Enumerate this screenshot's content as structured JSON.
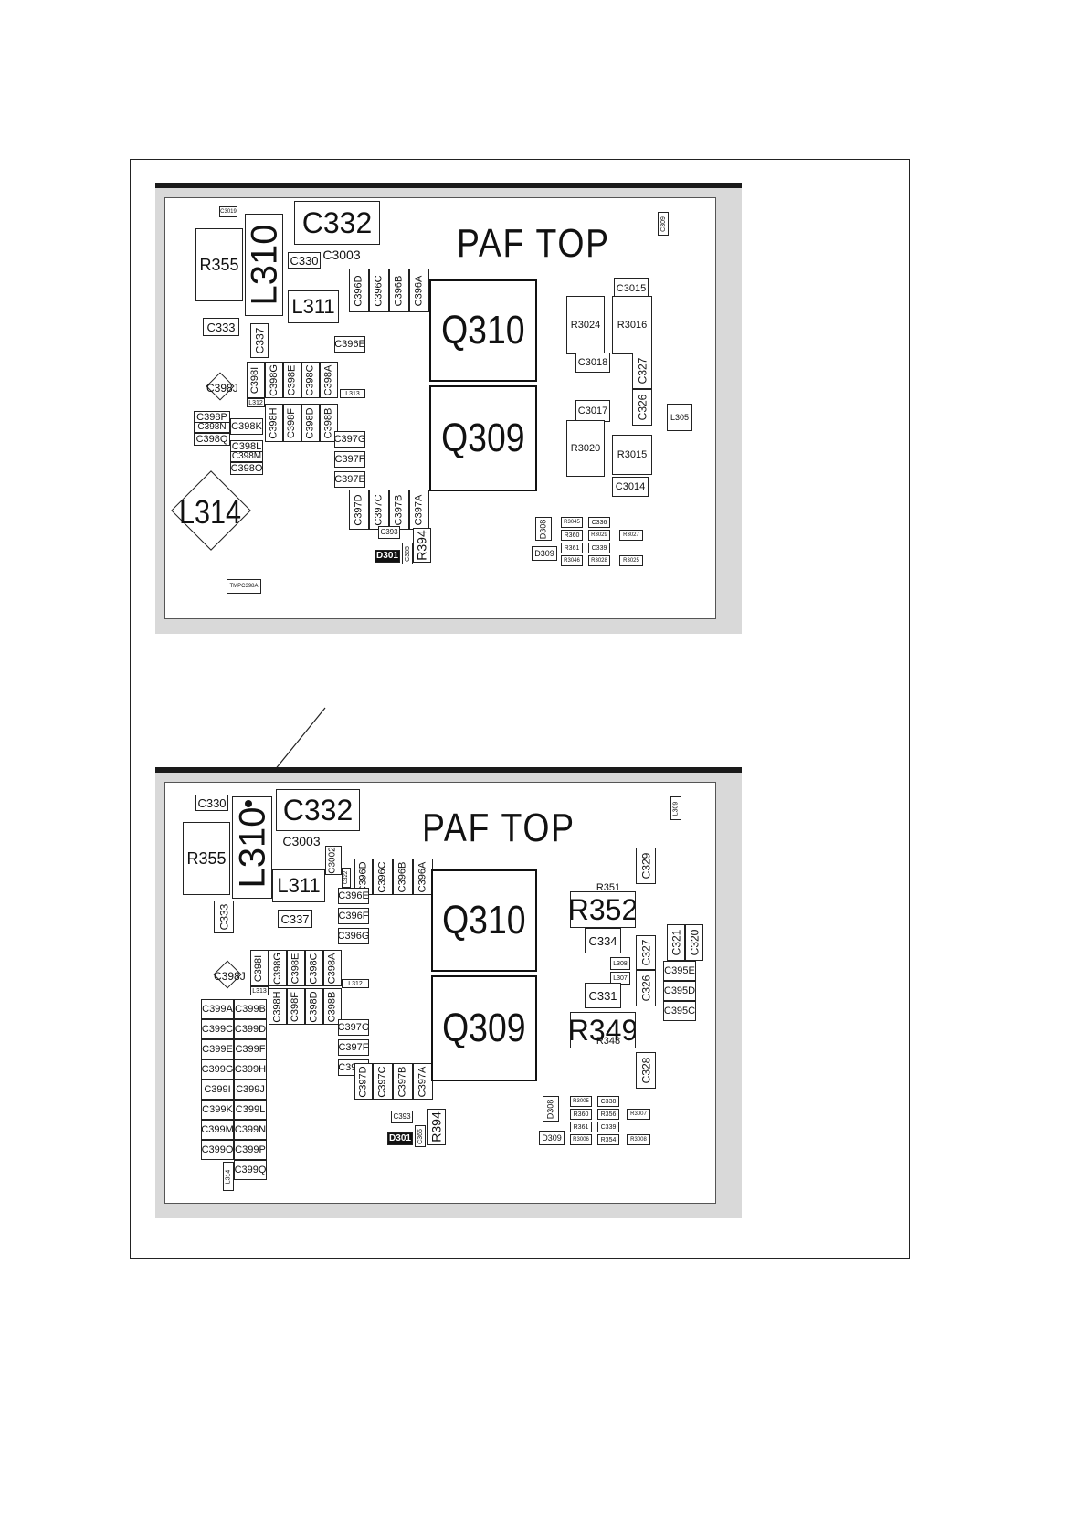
{
  "title_top": "PAF  TOP",
  "title_bottom": "PAF  TOP",
  "top": {
    "q310": "Q310",
    "q309": "Q309",
    "c3018": "C3018",
    "r355": "R355",
    "l310": "L310",
    "c332": "C332",
    "c330": "C330",
    "c3003": "C3003",
    "l311": "L311",
    "c333": "C333",
    "c337": "C337",
    "c396d": "C396D",
    "c396c": "C396C",
    "c396b": "C396B",
    "c396a": "C396A",
    "c396e": "C396E",
    "c398i": "C398I",
    "c398g": "C398G",
    "c398e": "C398E",
    "c398c": "C398C",
    "c398a": "C398A",
    "c398j": "C398J",
    "l312": "L312",
    "l313": "L313",
    "c398h": "C398H",
    "c398f": "C398F",
    "c398d": "C398D",
    "c398b": "C398B",
    "c398p": "C398P",
    "c398n": "C398N",
    "c398k": "C398K",
    "c398q": "C398Q",
    "c398l": "C398L",
    "c398m": "C398M",
    "c398o": "C398O",
    "c397g": "C397G",
    "c397f": "C397F",
    "c397e": "C397E",
    "c397d": "C397D",
    "c397c": "C397C",
    "c397b": "C397B",
    "c397a": "C397A",
    "l314": "L314",
    "c3015": "C3015",
    "r3024": "R3024",
    "r3016": "R3016",
    "c327": "C327",
    "c326": "C326",
    "c3017": "C3017",
    "r3020": "R3020",
    "r3015": "R3015",
    "c3014": "C3014",
    "l305": "L305",
    "c309": "C309",
    "c393": "C393",
    "d301": "D301",
    "c365": "C365",
    "r394": "R394",
    "d308": "D308",
    "d309": "D309",
    "r3045": "R3045",
    "r360": "R360",
    "r361": "R361",
    "r3046": "R3046",
    "c336": "C336",
    "r3029": "R3029",
    "c339": "C339",
    "r3028": "R3028",
    "r3027": "R3027",
    "r3025": "R3025",
    "tmpc": "TMPC398A"
  },
  "bottom": {
    "q310": "Q310",
    "q309": "Q309",
    "c330": "C330",
    "c332": "C332",
    "c3003": "C3003",
    "r355": "R355",
    "l310": "L310",
    "l311": "L311",
    "c3002": "C3002",
    "c322": "C322",
    "c333": "C333",
    "c337": "C337",
    "c396d": "C396D",
    "c396c": "C396C",
    "c396b": "C396B",
    "c396a": "C396A",
    "c396e": "C396E",
    "c396f": "C396F",
    "c396g": "C396G",
    "c398i": "C398I",
    "c398g": "C398G",
    "c398e": "C398E",
    "c398c": "C398C",
    "c398a": "C398A",
    "c398j": "C398J",
    "l313": "L313",
    "l312": "L312",
    "c398h": "C398H",
    "c398f": "C398F",
    "c398d": "C398D",
    "c398b": "C398B",
    "c397g": "C397G",
    "c397f": "C397F",
    "c397e": "C397E",
    "c397d": "C397D",
    "c397c": "C397C",
    "c397b": "C397B",
    "c397a": "C397A",
    "c399a": "C399A",
    "c399b": "C399B",
    "c399c": "C399C",
    "c399d": "C399D",
    "c399e": "C399E",
    "c399f": "C399F",
    "c399g": "C399G",
    "c399h": "C399H",
    "c399i": "C399I",
    "c399j": "C399J",
    "c399k": "C399K",
    "c399l": "C399L",
    "c399m": "C399M",
    "c399n": "C399N",
    "c399o": "C399O",
    "c399p": "C399P",
    "c399q": "C399Q",
    "l314": "L314",
    "c329": "C329",
    "r351": "R351",
    "r352": "R352",
    "c334": "C334",
    "c321": "C321",
    "c320": "C320",
    "c327": "C327",
    "l308": "L308",
    "l307": "L307",
    "c326": "C326",
    "c395e": "C395E",
    "c395d": "C395D",
    "c395c": "C395C",
    "c331": "C331",
    "r349": "R349",
    "r348": "R348",
    "c328": "C328",
    "l309": "L309",
    "c393": "C393",
    "d301": "D301",
    "c365": "C365",
    "r394": "R394",
    "d308": "D308",
    "d309": "D309",
    "r3005": "R3005",
    "r360": "R360",
    "r361": "R361",
    "r3006": "R3006",
    "c338": "C338",
    "r356": "R356",
    "c339": "C339",
    "r354": "R354",
    "r3007": "R3007",
    "r3008": "R3008"
  }
}
